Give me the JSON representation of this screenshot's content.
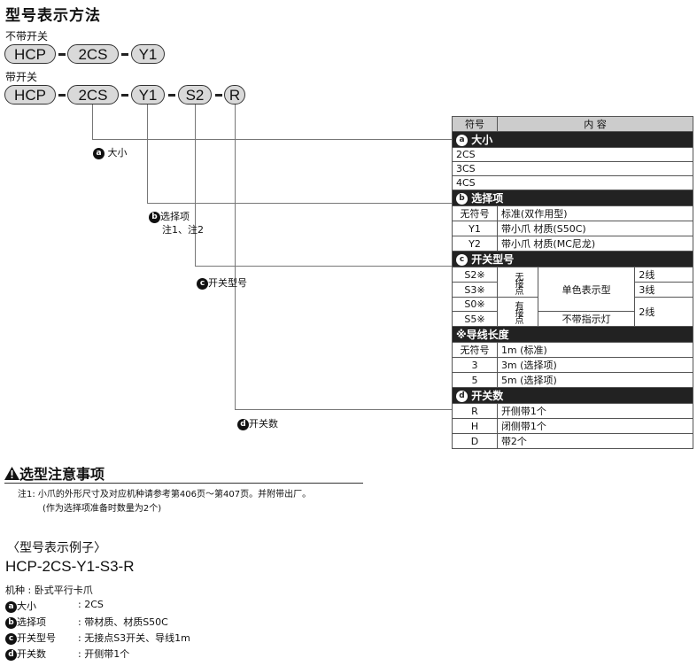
{
  "title": "型号表示方法",
  "no_switch_label": "不带开关",
  "with_switch_label": "带开关",
  "model_no_switch": [
    "HCP",
    "2CS",
    "Y1"
  ],
  "model_with_switch": [
    "HCP",
    "2CS",
    "Y1",
    "S2",
    "R"
  ],
  "callouts": {
    "a": {
      "mark": "a",
      "label": "大小"
    },
    "b": {
      "mark": "b",
      "label": "选择项",
      "sub": "注1、注2"
    },
    "c": {
      "mark": "c",
      "label": "开关型号"
    },
    "d": {
      "mark": "d",
      "label": "开关数"
    }
  },
  "table": {
    "head": {
      "code": "符号",
      "content": "内 容"
    },
    "size": {
      "mark": "a",
      "title": "大小",
      "rows": [
        "2CS",
        "3CS",
        "4CS"
      ]
    },
    "option": {
      "mark": "b",
      "title": "选择项",
      "rows": [
        {
          "code": "无符号",
          "text": "标准(双作用型)"
        },
        {
          "code": "Y1",
          "text": "带小爪  材质(S50C)"
        },
        {
          "code": "Y2",
          "text": "带小爪  材质(MC尼龙)"
        }
      ]
    },
    "switch": {
      "mark": "c",
      "title": "开关型号",
      "codes": [
        "S2※",
        "S3※",
        "S0※",
        "S5※"
      ],
      "contact_none": "无接点",
      "contact_yes": "有接点",
      "type_single": "单色表示型",
      "type_noind": "不带指示灯",
      "wires": [
        "2线",
        "3线",
        "2线"
      ]
    },
    "lead": {
      "title": "※导线长度",
      "rows": [
        {
          "code": "无符号",
          "text": "1m (标准)"
        },
        {
          "code": "3",
          "text": "3m (选择项)"
        },
        {
          "code": "5",
          "text": "5m (选择项)"
        }
      ]
    },
    "count": {
      "mark": "d",
      "title": "开关数",
      "rows": [
        {
          "code": "R",
          "text": "开侧带1个"
        },
        {
          "code": "H",
          "text": "闭侧带1个"
        },
        {
          "code": "D",
          "text": "带2个"
        }
      ]
    }
  },
  "caution": {
    "title": "选型注意事项",
    "note1": "注1: 小爪的外形尺寸及对应机种请参考第406页～第407页。并附带出厂。",
    "note2": "(作为选择项准备时数量为2个)"
  },
  "example": {
    "heading": "〈型号表示例子〉",
    "model": "HCP-2CS-Y1-S3-R",
    "kind": "机种 : 卧式平行卡爪",
    "rows": [
      {
        "mark": "a",
        "label": "大小",
        "value": ": 2CS"
      },
      {
        "mark": "b",
        "label": "选择项",
        "value": ": 带材质、材质S50C"
      },
      {
        "mark": "c",
        "label": "开关型号",
        "value": ": 无接点S3开关、导线1m"
      },
      {
        "mark": "d",
        "label": "开关数",
        "value": ": 开侧带1个"
      }
    ]
  }
}
